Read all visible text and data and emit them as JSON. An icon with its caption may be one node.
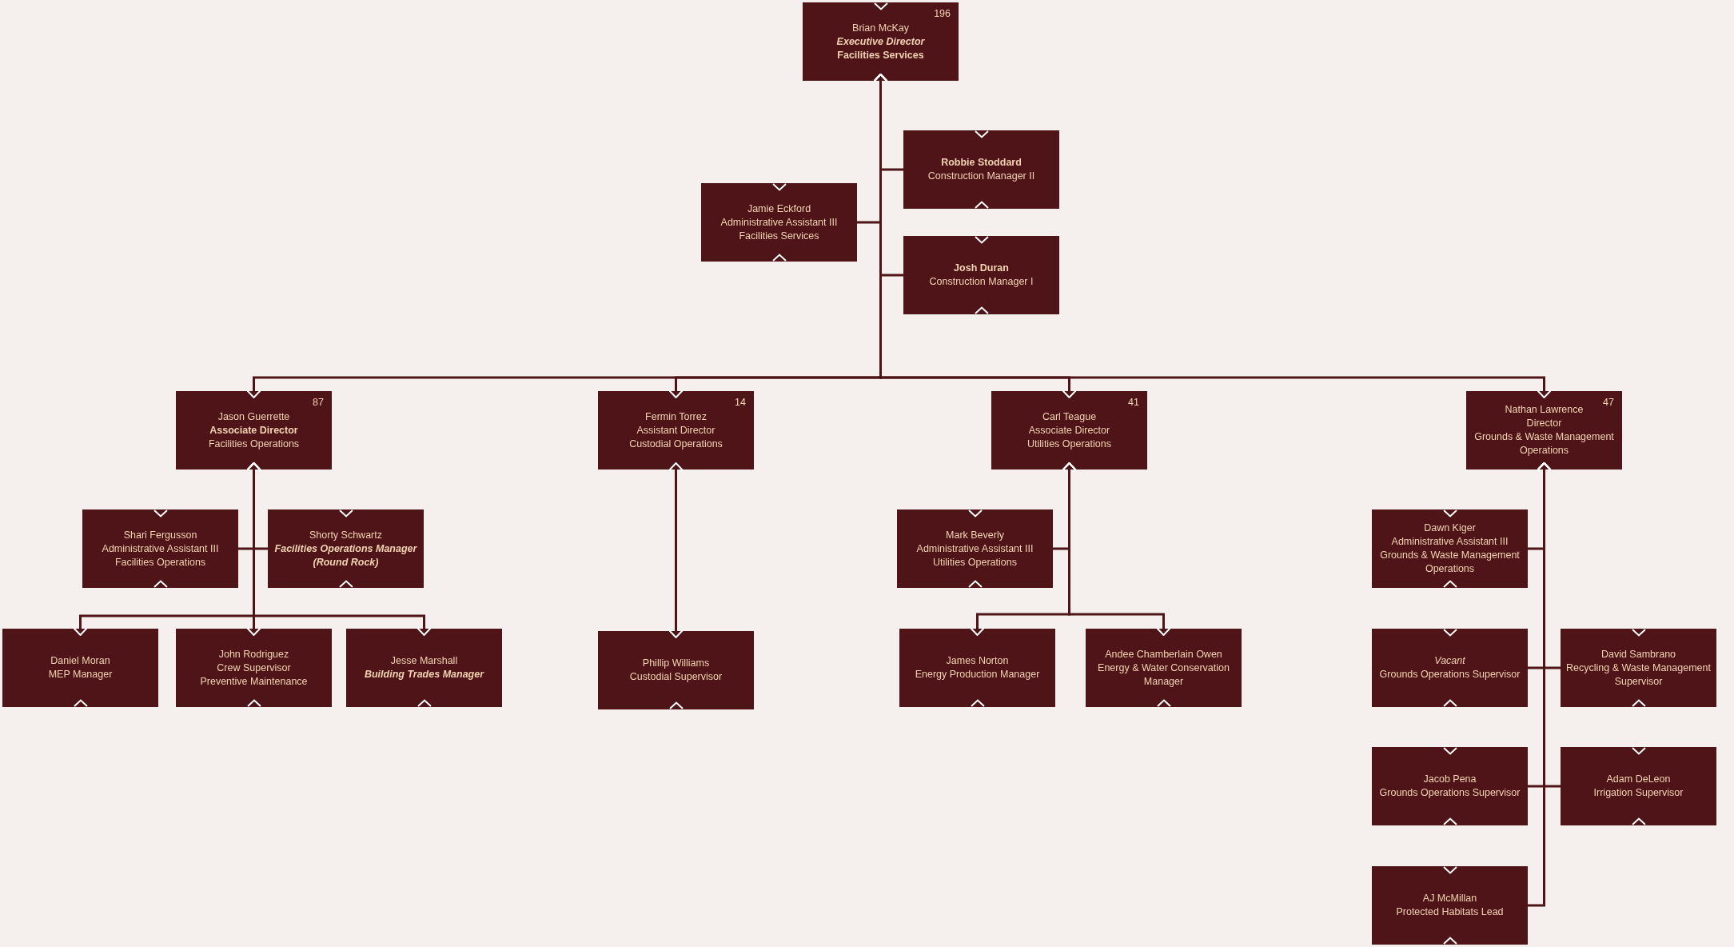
{
  "diagram": {
    "nodes": [
      {
        "text": [
          "196",
          "Brian McKay",
          "Executive Director",
          "Facilities Services"
        ]
      },
      {
        "text": [
          "Robbie Stoddard",
          "Construction Manager II"
        ]
      },
      {
        "text": [
          "Jamie Eckford",
          "Administrative Assistant III",
          "Facilities Services"
        ]
      },
      {
        "text": [
          "Josh Duran",
          "Construction Manager I"
        ]
      },
      {
        "text": [
          "87",
          "Jason Guerrette",
          "Associate Director",
          "Facilities Operations"
        ]
      },
      {
        "text": [
          "14",
          "Fermin Torrez",
          "Assistant Director",
          "Custodial Operations"
        ]
      },
      {
        "text": [
          "41",
          "Carl Teague",
          "Associate Director",
          "Utilities Operations"
        ]
      },
      {
        "text": [
          "47",
          "Nathan Lawrence",
          "Director",
          "Grounds & Waste Management Operations"
        ]
      },
      {
        "text": [
          "Shari Fergusson",
          "Administrative Assistant III",
          "Facilities Operations"
        ]
      },
      {
        "text": [
          "Shorty Schwartz",
          "Facilities Operations Manager (Round Rock)"
        ]
      },
      {
        "text": [
          "Mark Beverly",
          "Administrative Assistant III",
          "Utilities Operations"
        ]
      },
      {
        "text": [
          "Dawn Kiger",
          "Administrative Assistant III",
          "Grounds & Waste Management Operations"
        ]
      },
      {
        "text": [
          "Daniel Moran",
          "MEP Manager"
        ]
      },
      {
        "text": [
          "John Rodriguez",
          "Crew Supervisor",
          "Preventive Maintenance"
        ]
      },
      {
        "text": [
          "Jesse Marshall",
          "Building Trades Manager"
        ]
      },
      {
        "text": [
          "Phillip Williams",
          "Custodial Supervisor"
        ]
      },
      {
        "text": [
          "James Norton",
          "Energy Production Manager"
        ]
      },
      {
        "text": [
          "Andee Chamberlain Owen",
          "Energy & Water Conservation Manager"
        ]
      },
      {
        "text": [
          "Vacant",
          "Grounds Operations Supervisor"
        ]
      },
      {
        "text": [
          "David Sambrano",
          "Recycling & Waste Management Supervisor"
        ]
      },
      {
        "text": [
          "Jacob Pena",
          "Grounds Operations Supervisor"
        ]
      },
      {
        "text": [
          "Adam DeLeon",
          "Irrigation Supervisor"
        ]
      },
      {
        "text": [
          "AJ McMillan",
          "Protected Habitats Lead"
        ]
      }
    ],
    "edges": [
      {
        "from": 1,
        "to": 0,
        "arrow": "to"
      },
      {
        "from": 2,
        "to": 0,
        "arrow": "to"
      },
      {
        "from": 3,
        "to": 0,
        "arrow": "to"
      },
      {
        "from": 0,
        "to": 4,
        "arrow": "both"
      },
      {
        "from": 0,
        "to": 5,
        "arrow": "both"
      },
      {
        "from": 0,
        "to": 6,
        "arrow": "both"
      },
      {
        "from": 0,
        "to": 7,
        "arrow": "both"
      },
      {
        "from": 8,
        "to": 4,
        "arrow": "to"
      },
      {
        "from": 9,
        "to": 4,
        "arrow": "to"
      },
      {
        "from": 4,
        "to": 12,
        "arrow": "both"
      },
      {
        "from": 4,
        "to": 13,
        "arrow": "both"
      },
      {
        "from": 4,
        "to": 14,
        "arrow": "both"
      },
      {
        "from": 5,
        "to": 15,
        "arrow": "both"
      },
      {
        "from": 10,
        "to": 6,
        "arrow": "to"
      },
      {
        "from": 6,
        "to": 16,
        "arrow": "both"
      },
      {
        "from": 6,
        "to": 17,
        "arrow": "both"
      },
      {
        "from": 11,
        "to": 7,
        "arrow": "to"
      },
      {
        "from": 18,
        "to": 7,
        "arrow": "to"
      },
      {
        "from": 19,
        "to": 7,
        "arrow": "to"
      },
      {
        "from": 20,
        "to": 7,
        "arrow": "to"
      },
      {
        "from": 21,
        "to": 7,
        "arrow": "to"
      },
      {
        "from": 22,
        "to": 7,
        "arrow": "to"
      }
    ]
  }
}
